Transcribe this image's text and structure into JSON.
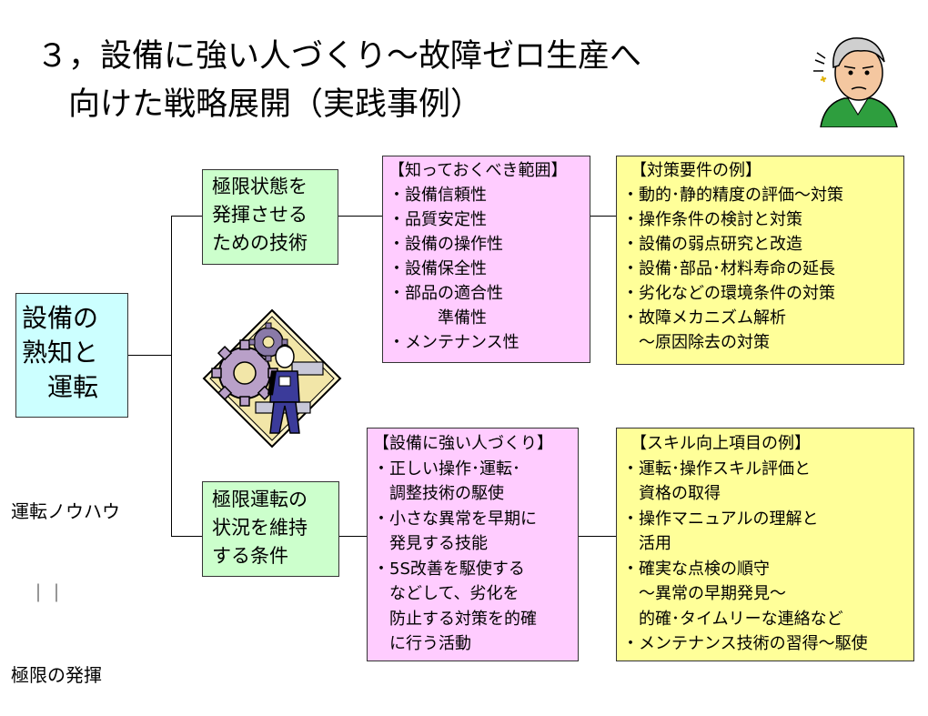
{
  "title": {
    "line1": "３，設備に強い人づくり～故障ゼロ生産へ",
    "line2": "　向けた戦略展開（実践事例）"
  },
  "root": {
    "lines": [
      "設備の",
      "熟知と",
      "　運転"
    ]
  },
  "side_note": {
    "line1": "運転ノウハウ",
    "line2": "　｜｜",
    "line3": "極限の発揮"
  },
  "branch_top": {
    "lines": [
      "極限状態を",
      "発揮させる",
      "ための技術"
    ]
  },
  "branch_bottom": {
    "lines": [
      "極限運転の",
      "状況を維持",
      "する条件"
    ]
  },
  "knowledge_box": {
    "lines": [
      "【知っておくべき範囲】",
      "・設備信頼性",
      "・品質安定性",
      "・設備の操作性",
      "・設備保全性",
      "・部品の適合性",
      "　　　準備性",
      "・メンテナンス性"
    ]
  },
  "people_box": {
    "lines": [
      "【設備に強い人づくり】",
      "・正しい操作･運転･",
      "　調整技術の駆使",
      "・小さな異常を早期に",
      "　発見する技能",
      "・5S改善を駆使する",
      "　などして、劣化を",
      "　防止する対策を的確",
      "　に行う活動"
    ]
  },
  "measures_box": {
    "lines": [
      "　【対策要件の例】",
      "・動的･静的精度の評価～対策",
      "・操作条件の検討と対策",
      "・設備の弱点研究と改造",
      "・設備･部品･材料寿命の延長",
      "・劣化などの環境条件の対策",
      "・故障メカニズム解析",
      "　～原因除去の対策"
    ]
  },
  "skills_box": {
    "lines": [
      "　【スキル向上項目の例】",
      "・運転･操作スキル評価と",
      "　資格の取得",
      "・操作マニュアルの理解と",
      "　活用",
      "・確実な点検の順守",
      "　～異常の早期発見～",
      "　的確･タイムリーな連絡など",
      "・メンテナンス技術の習得～駆使"
    ]
  },
  "icons": {
    "worker": "worker-gears-icon",
    "manager": "surprised-man-icon"
  },
  "colors": {
    "green_box": "#ccffcc",
    "cyan_box": "#ccffff",
    "pink_box": "#ffccff",
    "yellow_box": "#ffff99"
  }
}
